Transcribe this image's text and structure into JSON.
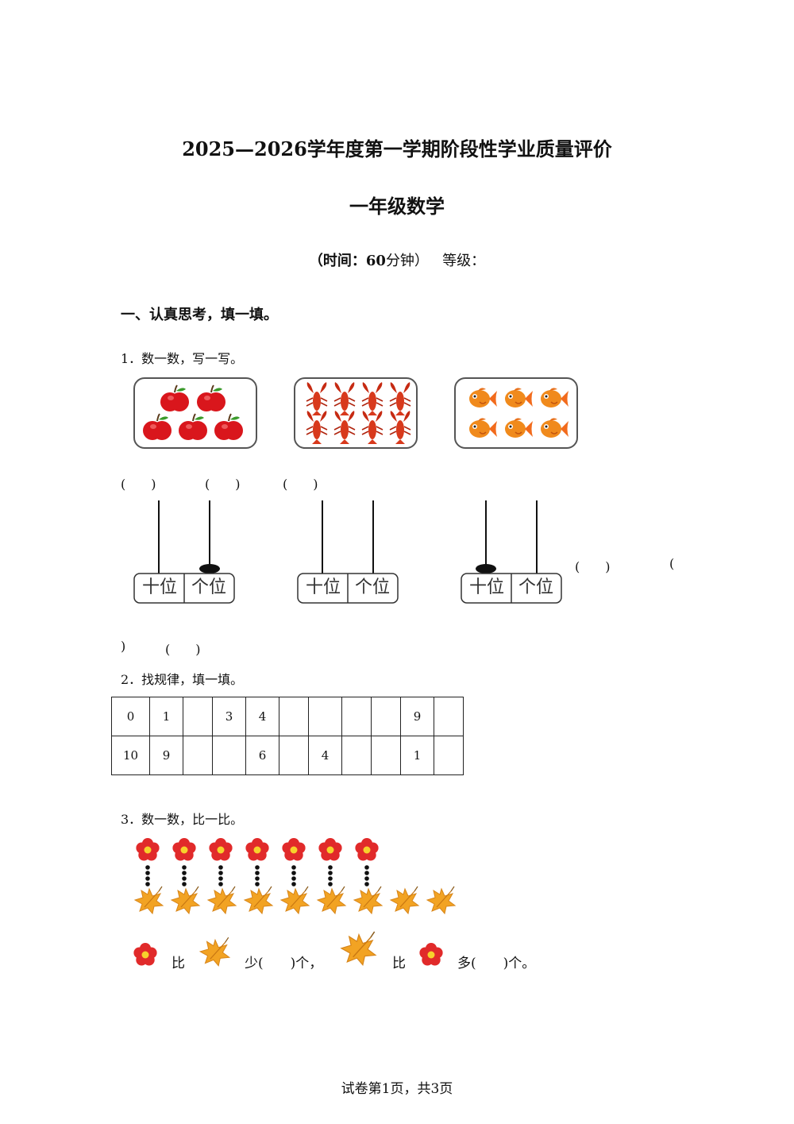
{
  "header": {
    "title": "2025—2026学年度第一学期阶段性学业质量评价",
    "subject": "一年级数学",
    "time_prefix": "（时间：",
    "time_value": "60",
    "time_suffix": "分钟）",
    "grade_label": "等级："
  },
  "section1": {
    "heading": "一、认真思考，填一填。"
  },
  "q1": {
    "prompt": "1．数一数，写一写。",
    "boxes": [
      {
        "icon": "apple-icon",
        "count": 5
      },
      {
        "icon": "crayfish-icon",
        "count": 8
      },
      {
        "icon": "goldfish-icon",
        "count": 6
      }
    ],
    "blanks_row1": [
      "(　　)",
      "(　　)",
      "(　　)"
    ],
    "abacus_tens_label": "十位",
    "abacus_ones_label": "个位",
    "abaci": [
      {
        "tens_beads": 0,
        "ones_beads": 1
      },
      {
        "tens_beads": 0,
        "ones_beads": 0
      },
      {
        "tens_beads": 1,
        "ones_beads": 0
      }
    ],
    "blank_right_1": "(　　)",
    "blank_right_2_open": "(",
    "blank_wrap_close": ")",
    "blank_row3": "(　　)"
  },
  "q2": {
    "prompt": "2．找规律，填一填。",
    "row1": [
      "0",
      "1",
      "",
      "3",
      "4",
      "",
      "",
      "",
      "",
      "9",
      ""
    ],
    "row2": [
      "10",
      "9",
      "",
      "",
      "6",
      "",
      "4",
      "",
      "",
      "1",
      ""
    ]
  },
  "q3": {
    "prompt": "3．数一数，比一比。",
    "flower_count": 7,
    "leaf_count": 9,
    "word_bi_1": "比",
    "less_text": "少(　　)个，",
    "word_bi_2": "比",
    "more_text": "多(　　)个。"
  },
  "footer": {
    "page_text": "试卷第1页，共3页"
  }
}
